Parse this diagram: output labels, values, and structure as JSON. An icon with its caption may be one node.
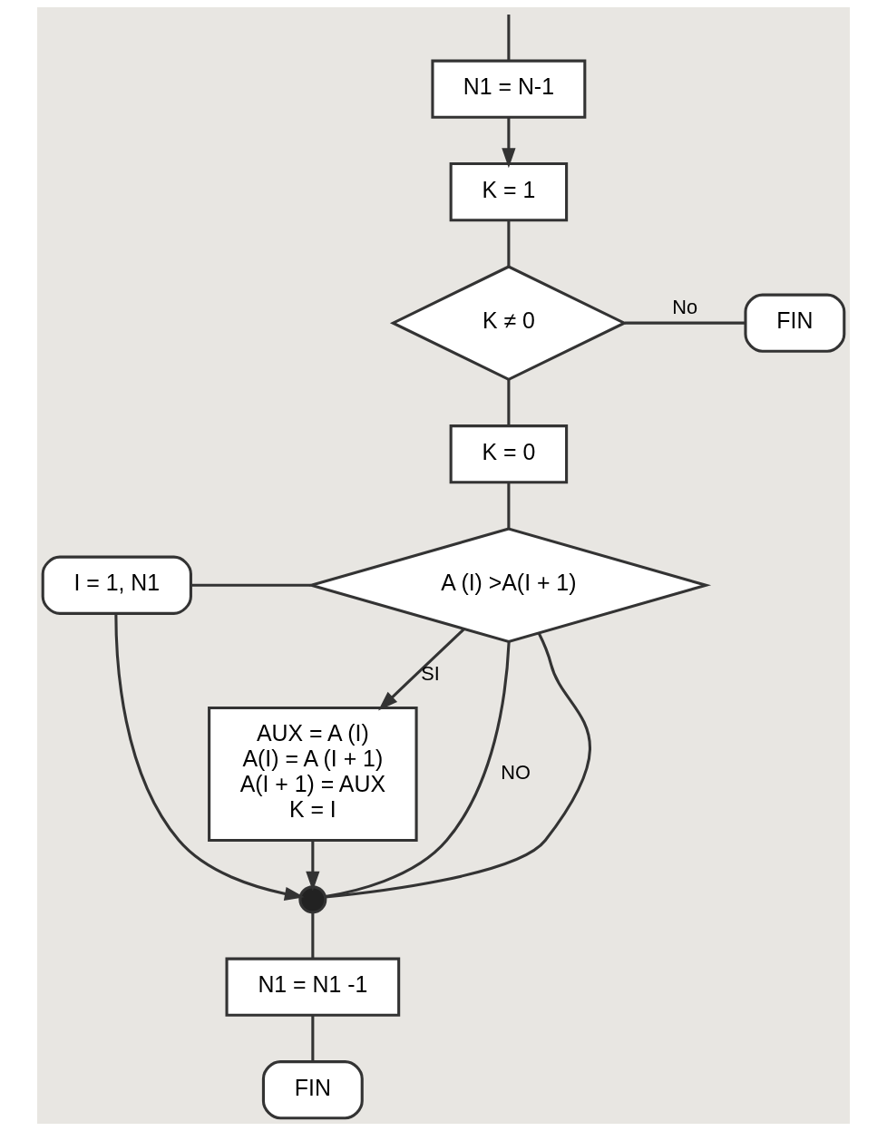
{
  "diagram": {
    "nodes": [
      {
        "text": [
          "N1 = N-1"
        ]
      },
      {
        "text": [
          "K = 1"
        ]
      },
      {
        "text": [
          "K ≠ 0"
        ]
      },
      {
        "text": [
          "FIN"
        ]
      },
      {
        "text": [
          "K = 0"
        ]
      },
      {
        "text": [
          "I = 1, N1"
        ]
      },
      {
        "text": [
          "A (I) >A(I + 1)"
        ]
      },
      {
        "text": [
          "AUX = A (I)",
          "A(I) = A (I + 1)",
          "A(I + 1) = AUX",
          "K = I"
        ]
      },
      {
        "text": [],
        "shape": "circle"
      },
      {
        "text": [
          "N1 = N1 -1"
        ]
      },
      {
        "text": [
          "FIN"
        ]
      }
    ],
    "edges": [
      {
        "from": null,
        "to": 0,
        "arrow": "none"
      },
      {
        "from": 0,
        "to": 1,
        "arrow": "to"
      },
      {
        "from": 1,
        "to": 2,
        "arrow": "none"
      },
      {
        "from": 2,
        "to": 3,
        "arrow": "none",
        "label": "No"
      },
      {
        "from": 2,
        "to": 4,
        "arrow": "none"
      },
      {
        "from": 4,
        "to": 6,
        "arrow": "none"
      },
      {
        "from": 5,
        "to": 6,
        "arrow": "none"
      },
      {
        "from": 6,
        "to": 7,
        "arrow": "to",
        "label": "SI"
      },
      {
        "from": 6,
        "to": 8,
        "arrow": "none",
        "label": "NO"
      },
      {
        "from": 7,
        "to": 8,
        "arrow": "to"
      },
      {
        "from": 5,
        "to": 8,
        "arrow": "to"
      },
      {
        "from": 8,
        "to": 6,
        "arrow": "none"
      },
      {
        "from": 8,
        "to": 9,
        "arrow": "none"
      },
      {
        "from": 9,
        "to": 10,
        "arrow": "none"
      }
    ]
  }
}
